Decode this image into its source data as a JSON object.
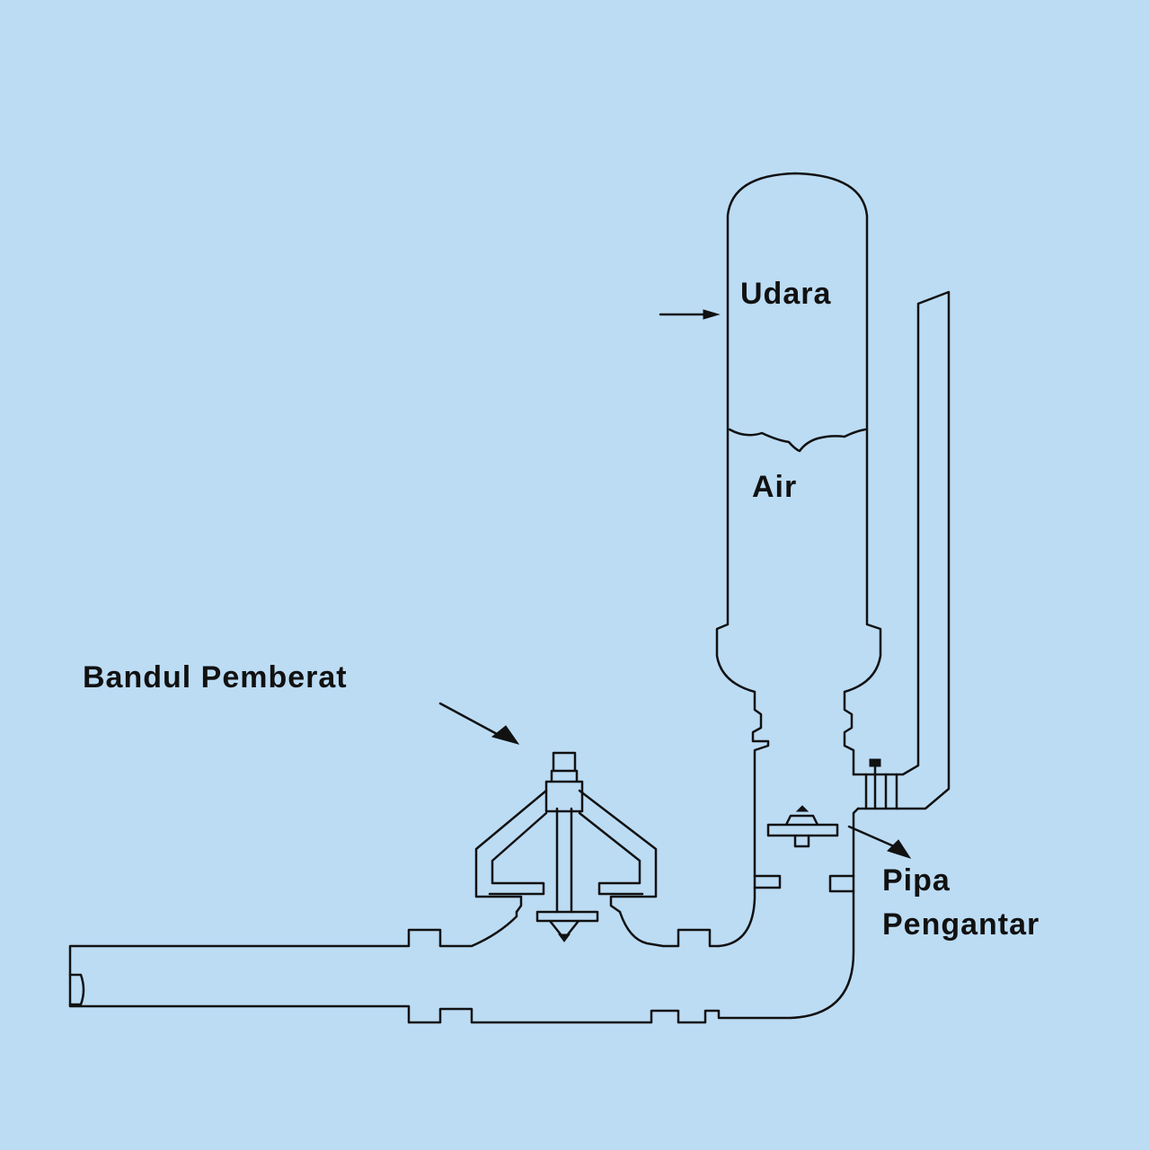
{
  "labels": {
    "air_space": "Udara",
    "water": "Air",
    "weight": "Bandul Pemberat",
    "pipe_line1": "Pipa",
    "pipe_line2": "Pengantar"
  },
  "colors": {
    "background": "#bcdcf4",
    "stroke": "#111111"
  }
}
